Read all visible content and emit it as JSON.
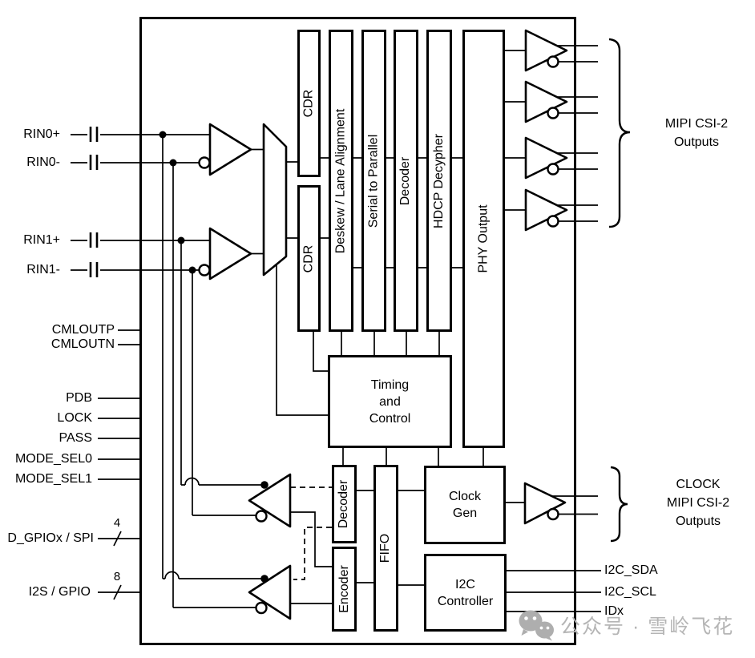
{
  "left_pins": [
    {
      "label": "RIN0+"
    },
    {
      "label": "RIN0-"
    },
    {
      "label": "RIN1+"
    },
    {
      "label": "RIN1-"
    },
    {
      "label": "CMLOUTP"
    },
    {
      "label": "CMLOUTN"
    },
    {
      "label": "PDB"
    },
    {
      "label": "LOCK"
    },
    {
      "label": "PASS"
    },
    {
      "label": "MODE_SEL0"
    },
    {
      "label": "MODE_SEL1"
    },
    {
      "label": "D_GPIOx / SPI",
      "bus_width": "4"
    },
    {
      "label": "I2S / GPIO",
      "bus_width": "8"
    }
  ],
  "blocks": {
    "cdr_a": "CDR",
    "cdr_b": "CDR",
    "deskew": "Deskew / Lane Alignment",
    "serial_to_parallel": "Serial to Parallel",
    "decoder_main": "Decoder",
    "hdcp": "HDCP Decypher",
    "phy_output": "PHY Output",
    "timing": {
      "line1": "Timing",
      "line2": "and",
      "line3": "Control"
    },
    "decoder_bc": "Decoder",
    "encoder_bc": "Encoder",
    "fifo": "FIFO",
    "clock_gen": {
      "line1": "Clock",
      "line2": "Gen"
    },
    "i2c_controller": {
      "line1": "I2C",
      "line2": "Controller"
    }
  },
  "right": {
    "mipi_outputs": {
      "line1": "MIPI CSI-2",
      "line2": "Outputs"
    },
    "clock_outputs": {
      "line1": "CLOCK",
      "line2": "MIPI CSI-2",
      "line3": "Outputs"
    },
    "pins": [
      {
        "label": "I2C_SDA"
      },
      {
        "label": "I2C_SCL"
      },
      {
        "label": "IDx"
      }
    ]
  },
  "watermark": {
    "text": "公众号 · 雪岭飞花"
  },
  "colors": {
    "line": "#000000",
    "watermark": "#b5b5b5",
    "background": "#ffffff"
  }
}
